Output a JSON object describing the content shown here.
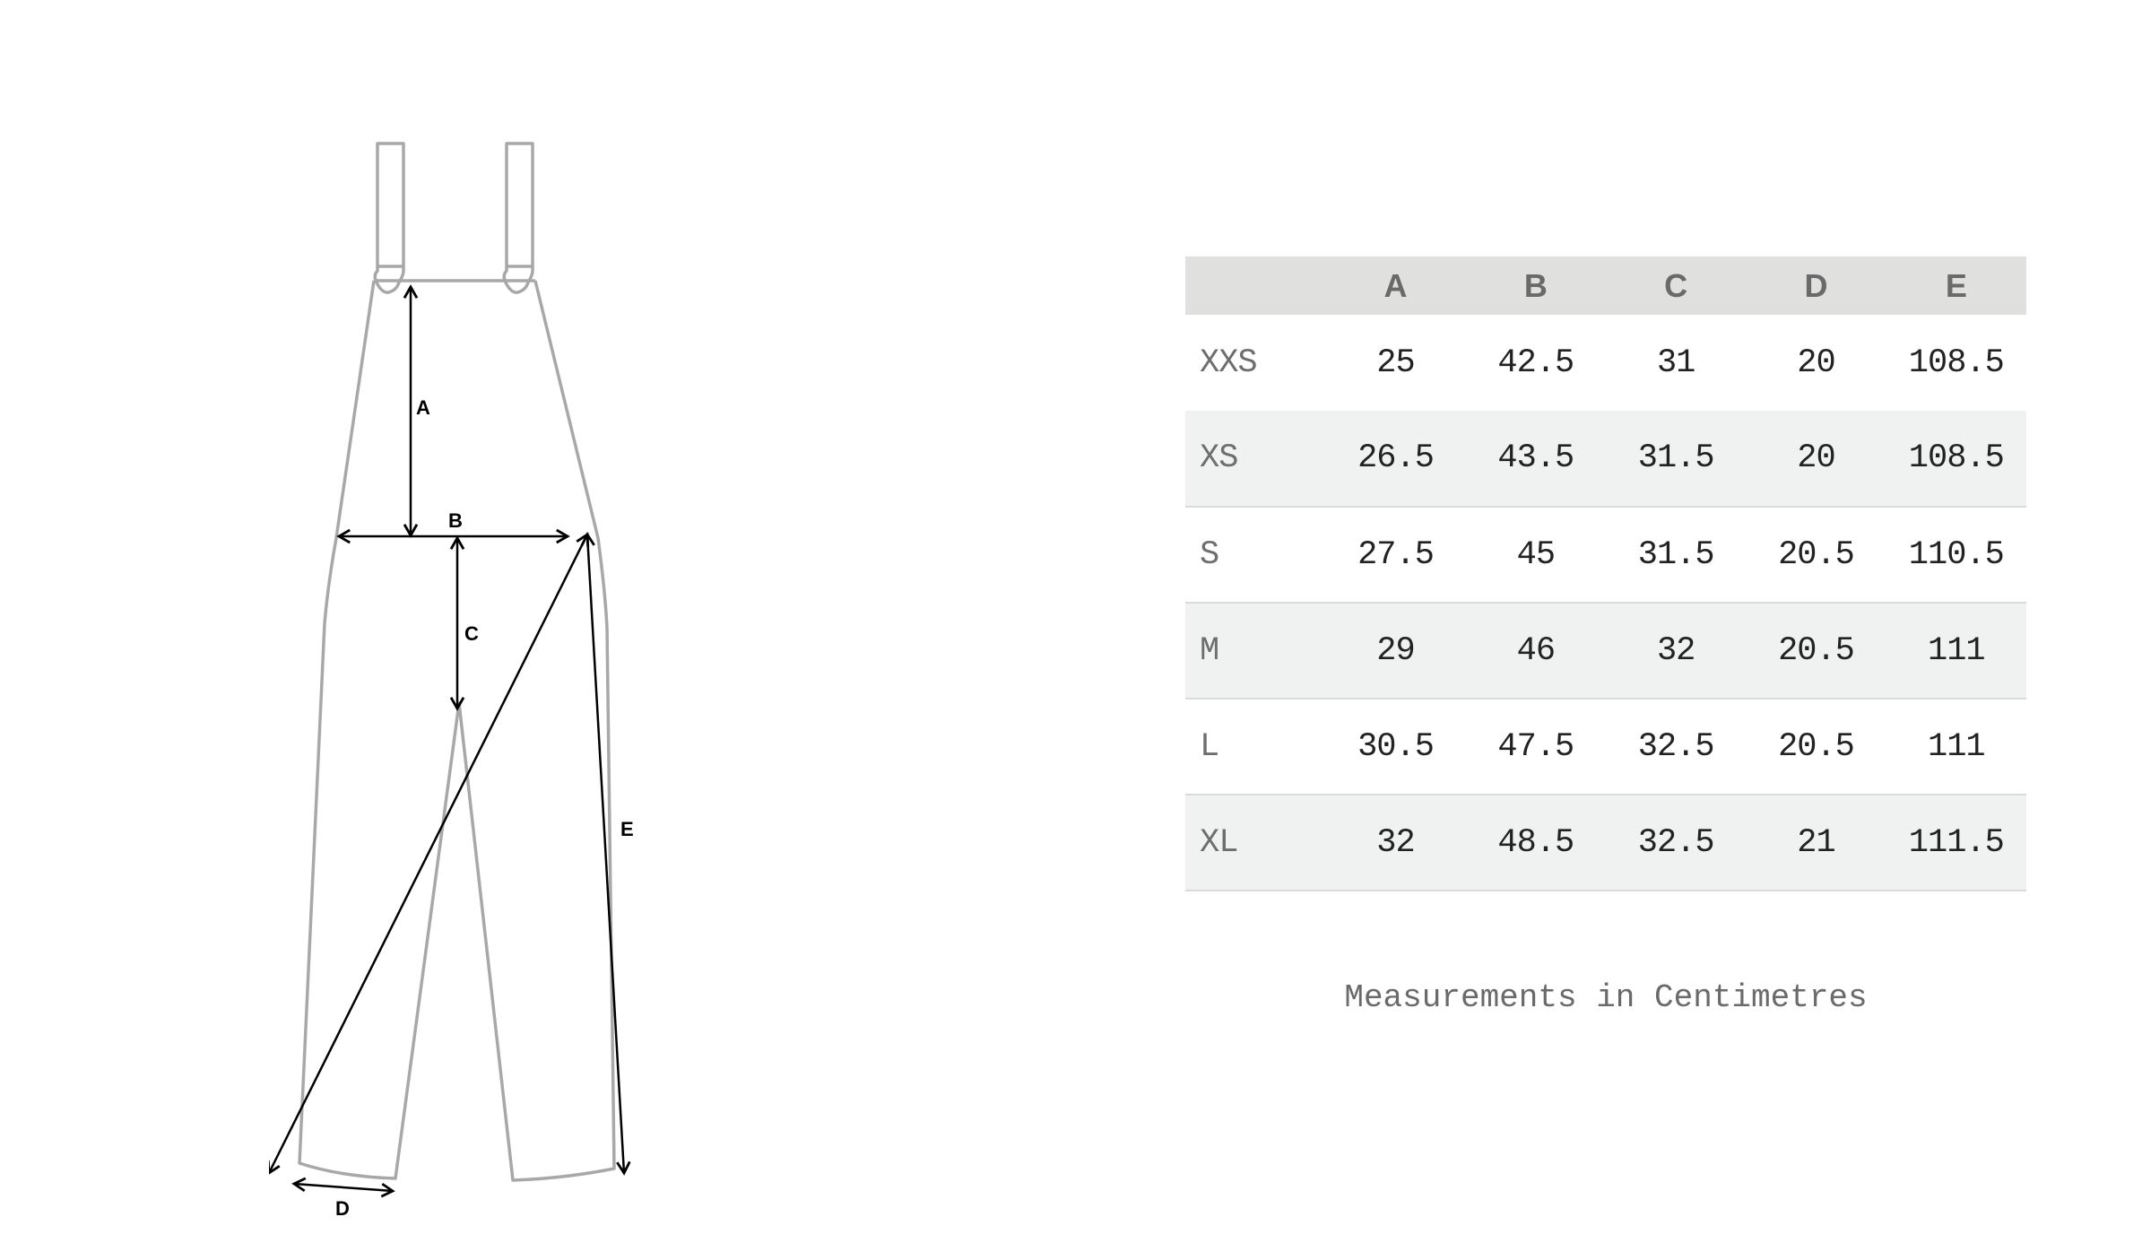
{
  "diagram": {
    "labels": {
      "a": "A",
      "b": "B",
      "c": "C",
      "d": "D",
      "e": "E"
    },
    "outline_color": "#a8a8a8",
    "arrow_color": "#000000"
  },
  "table": {
    "headers": [
      "",
      "A",
      "B",
      "C",
      "D",
      "E"
    ],
    "rows": [
      {
        "size": "XXS",
        "values": [
          "25",
          "42.5",
          "31",
          "20",
          "108.5"
        ]
      },
      {
        "size": "XS",
        "values": [
          "26.5",
          "43.5",
          "31.5",
          "20",
          "108.5"
        ]
      },
      {
        "size": "S",
        "values": [
          "27.5",
          "45",
          "31.5",
          "20.5",
          "110.5"
        ]
      },
      {
        "size": "M",
        "values": [
          "29",
          "46",
          "32",
          "20.5",
          "111"
        ]
      },
      {
        "size": "L",
        "values": [
          "30.5",
          "47.5",
          "32.5",
          "20.5",
          "111"
        ]
      },
      {
        "size": "XL",
        "values": [
          "32",
          "48.5",
          "32.5",
          "21",
          "111.5"
        ]
      }
    ],
    "header_bg": "#e0e0df",
    "alt_row_bg": "#f0f2f2"
  },
  "caption": "Measurements in Centimetres"
}
